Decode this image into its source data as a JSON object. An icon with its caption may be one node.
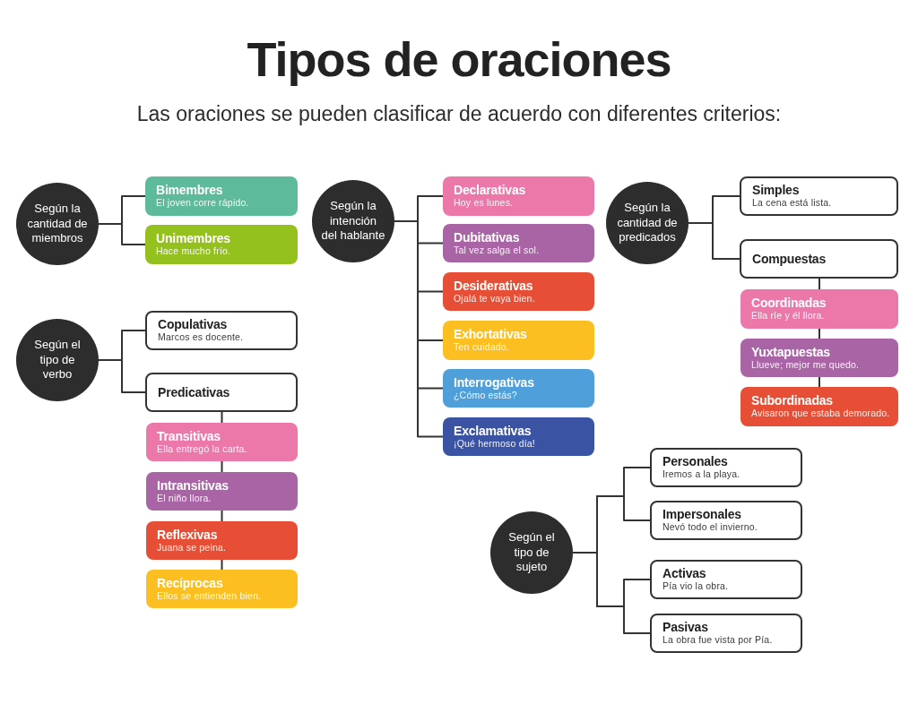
{
  "diagram": {
    "title": "Tipos de oraciones",
    "nodes": [
      {
        "text": [
          "Según la cantidad de miembros"
        ]
      },
      {
        "text": [
          "Bimembres",
          "El joven corre rápido."
        ]
      },
      {
        "text": [
          "Unimembres",
          "Hace mucho frío."
        ]
      },
      {
        "text": [
          "Según la intención del hablante"
        ]
      },
      {
        "text": [
          "Declarativas",
          "Hoy es lunes."
        ]
      },
      {
        "text": [
          "Dubitativas",
          "Tal vez salga el sol."
        ]
      },
      {
        "text": [
          "Desiderativas",
          "Ojalá te vaya bien."
        ]
      },
      {
        "text": [
          "Exhortativas",
          "Ten cuidado."
        ]
      },
      {
        "text": [
          "Interrogativas",
          "¿Cómo estás?"
        ]
      },
      {
        "text": [
          "Exclamativas",
          "¡Qué hermoso día!"
        ]
      },
      {
        "text": [
          "Según la cantidad de predicados"
        ]
      },
      {
        "text": [
          "Simples",
          "La cena está lista."
        ]
      },
      {
        "text": [
          "Compuestas"
        ]
      },
      {
        "text": [
          "Coordinadas",
          "Ella ríe y él llora."
        ]
      },
      {
        "text": [
          "Yuxtapuestas",
          "Llueve; mejor me quedo."
        ]
      },
      {
        "text": [
          "Subordinadas",
          "Avisaron que estaba demorado."
        ]
      },
      {
        "text": [
          "Según el tipo de verbo"
        ]
      },
      {
        "text": [
          "Copulativas",
          "Marcos es docente."
        ]
      },
      {
        "text": [
          "Predicativas"
        ]
      },
      {
        "text": [
          "Transitivas",
          "Ella entregó la carta."
        ]
      },
      {
        "text": [
          "Intransitivas",
          "El niño llora."
        ]
      },
      {
        "text": [
          "Reflexivas",
          "Juana se peina."
        ]
      },
      {
        "text": [
          "Recíprocas",
          "Ellos se entienden bien."
        ]
      },
      {
        "text": [
          "Según el tipo de sujeto"
        ]
      },
      {
        "text": [
          "Personales",
          "Iremos a la playa."
        ]
      },
      {
        "text": [
          "Impersonales",
          "Nevó todo el invierno."
        ]
      },
      {
        "text": [
          "Activas",
          "Pía vio la obra."
        ]
      },
      {
        "text": [
          "Pasivas",
          "La obra fue vista por Pía."
        ]
      }
    ],
    "edges": [
      {
        "from": 0,
        "to": 1,
        "arrow": "none"
      },
      {
        "from": 0,
        "to": 2,
        "arrow": "none"
      },
      {
        "from": 3,
        "to": 4,
        "arrow": "none"
      },
      {
        "from": 3,
        "to": 5,
        "arrow": "none"
      },
      {
        "from": 3,
        "to": 6,
        "arrow": "none"
      },
      {
        "from": 3,
        "to": 7,
        "arrow": "none"
      },
      {
        "from": 3,
        "to": 8,
        "arrow": "none"
      },
      {
        "from": 3,
        "to": 9,
        "arrow": "none"
      },
      {
        "from": 10,
        "to": 11,
        "arrow": "none"
      },
      {
        "from": 10,
        "to": 12,
        "arrow": "none"
      },
      {
        "from": 12,
        "to": 13,
        "arrow": "none"
      },
      {
        "from": 13,
        "to": 14,
        "arrow": "none"
      },
      {
        "from": 14,
        "to": 15,
        "arrow": "none"
      },
      {
        "from": 16,
        "to": 17,
        "arrow": "none"
      },
      {
        "from": 16,
        "to": 18,
        "arrow": "none"
      },
      {
        "from": 18,
        "to": 19,
        "arrow": "none"
      },
      {
        "from": 19,
        "to": 20,
        "arrow": "none"
      },
      {
        "from": 20,
        "to": 21,
        "arrow": "none"
      },
      {
        "from": 21,
        "to": 22,
        "arrow": "none"
      },
      {
        "from": 23,
        "to": 24,
        "arrow": "none"
      },
      {
        "from": 23,
        "to": 25,
        "arrow": "none"
      },
      {
        "from": 23,
        "to": 26,
        "arrow": "none"
      },
      {
        "from": 23,
        "to": 27,
        "arrow": "none"
      }
    ],
    "labels": [
      "Las oraciones se pueden clasificar de acuerdo con diferentes criterios:"
    ]
  }
}
